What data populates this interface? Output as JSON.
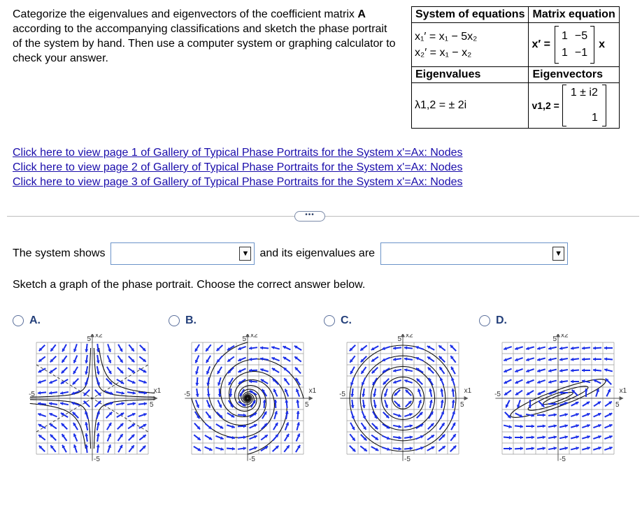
{
  "prompt": {
    "text_before": "Categorize the eigenvalues and eigenvectors of the coefficient matrix ",
    "matrix_symbol": "A",
    "text_after": " according to the accompanying classifications and sketch the phase portrait of the system by hand. Then use a computer system or graphing calculator to check your answer."
  },
  "table": {
    "h_system": "System of equations",
    "h_matrix": "Matrix equation",
    "eq1": "x₁′ = x₁ − 5x₂",
    "eq2": "x₂′ = x₁ − x₂",
    "lhs": "x′ =",
    "matrix": [
      "1",
      "−5",
      "1",
      "−1"
    ],
    "rhs": "x",
    "h_eigenvalues": "Eigenvalues",
    "h_eigenvectors": "Eigenvectors",
    "eigenvalues": "λ1,2 = ± 2i",
    "v_label": "v1,2 =",
    "vector": [
      "1 ± i2",
      "1"
    ]
  },
  "links": [
    "Click here to view page 1 of Gallery of Typical Phase Portraits for the System x'=Ax: Nodes",
    "Click here to view page 2 of Gallery of Typical Phase Portraits for the System x'=Ax: Nodes",
    "Click here to view page 3 of Gallery of Typical Phase Portraits for the System x'=Ax: Nodes"
  ],
  "more_label": "•••",
  "question1": {
    "part1": "The system shows",
    "part2": "and its eigenvalues are",
    "select1_value": "",
    "select2_value": ""
  },
  "question2": "Sketch a graph of the phase portrait. Choose the correct answer below.",
  "options": [
    {
      "label": "A.",
      "kind": "saddle"
    },
    {
      "label": "B.",
      "kind": "spiral"
    },
    {
      "label": "C.",
      "kind": "center"
    },
    {
      "label": "D.",
      "kind": "ellipse-center"
    }
  ],
  "plot_labels": {
    "x": "x1",
    "y": "x2",
    "pos": "5",
    "neg": "-5"
  },
  "colors": {
    "arrow": "#1a2ee8",
    "link": "#1a0dab",
    "option": "#233f7a"
  }
}
